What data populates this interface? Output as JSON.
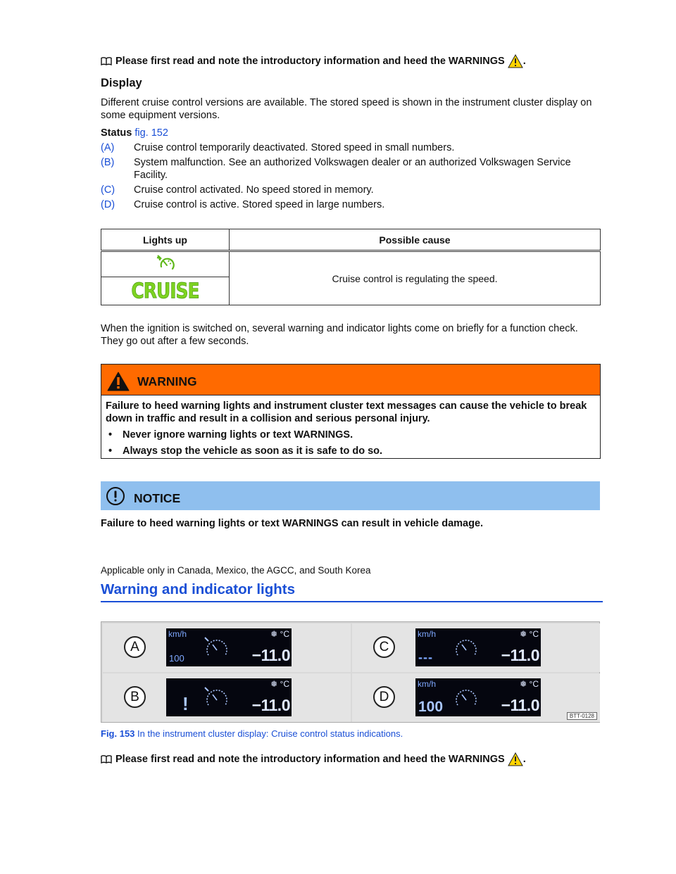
{
  "intro_note": "Please first read and note the introductory information and heed the WARNINGS",
  "display_section": {
    "heading": "Display",
    "paragraph": "Different cruise control versions are available. The stored speed is shown in the instrument cluster display on some equipment versions.",
    "status_label": "Status",
    "status_fig_ref": "fig. 152",
    "status_items": [
      {
        "key": "(A)",
        "text": "Cruise control temporarily deactivated. Stored speed in small numbers."
      },
      {
        "key": "(B)",
        "text": "System malfunction. See an authorized Volkswagen dealer or an authorized Volkswagen Service Facility."
      },
      {
        "key": "(C)",
        "text": "Cruise control activated. No speed stored in memory."
      },
      {
        "key": "(D)",
        "text": "Cruise control is active. Stored speed in large numbers."
      }
    ]
  },
  "lights_table": {
    "headers": [
      "Lights up",
      "Possible cause"
    ],
    "cruise_label": "CRUISE",
    "cause": "Cruise control is regulating the speed.",
    "icons": [
      "cruise-speedometer-icon",
      "cruise-text-icon"
    ]
  },
  "ignition_note": "When the ignition is switched on, several warning and indicator lights come on briefly for a function check. They go out after a few seconds.",
  "warning": {
    "title": "WARNING",
    "text": "Failure to heed warning lights and instrument cluster text messages can cause the vehicle to break down in traffic and result in a collision and serious personal injury.",
    "bullets": [
      "Never ignore warning lights or text WARNINGS.",
      "Always stop the vehicle as soon as it is safe to do so."
    ],
    "color": "#ff6a00"
  },
  "notice": {
    "title": "NOTICE",
    "text": "Failure to heed warning lights or text WARNINGS can result in vehicle damage.",
    "color": "#8fbfee"
  },
  "applicable": "Applicable only in Canada, Mexico, the AGCC, and South Korea",
  "section_title": "Warning and indicator lights",
  "figure": {
    "panels": [
      {
        "letter": "A",
        "unit": "km/h",
        "speed": "100",
        "temp": "−11.0",
        "degc": "❅ °C"
      },
      {
        "letter": "C",
        "unit": "km/h",
        "speed": "---",
        "temp": "−11.0",
        "degc": "❅ °C"
      },
      {
        "letter": "B",
        "unit": "",
        "speed": "!",
        "temp": "−11.0",
        "degc": "❅ °C"
      },
      {
        "letter": "D",
        "unit": "km/h",
        "speed": "100",
        "temp": "−11.0",
        "degc": "❅ °C"
      }
    ],
    "code": "BTT-0128",
    "caption_label": "Fig. 153",
    "caption_text": "In the instrument cluster display: Cruise control status indications."
  }
}
